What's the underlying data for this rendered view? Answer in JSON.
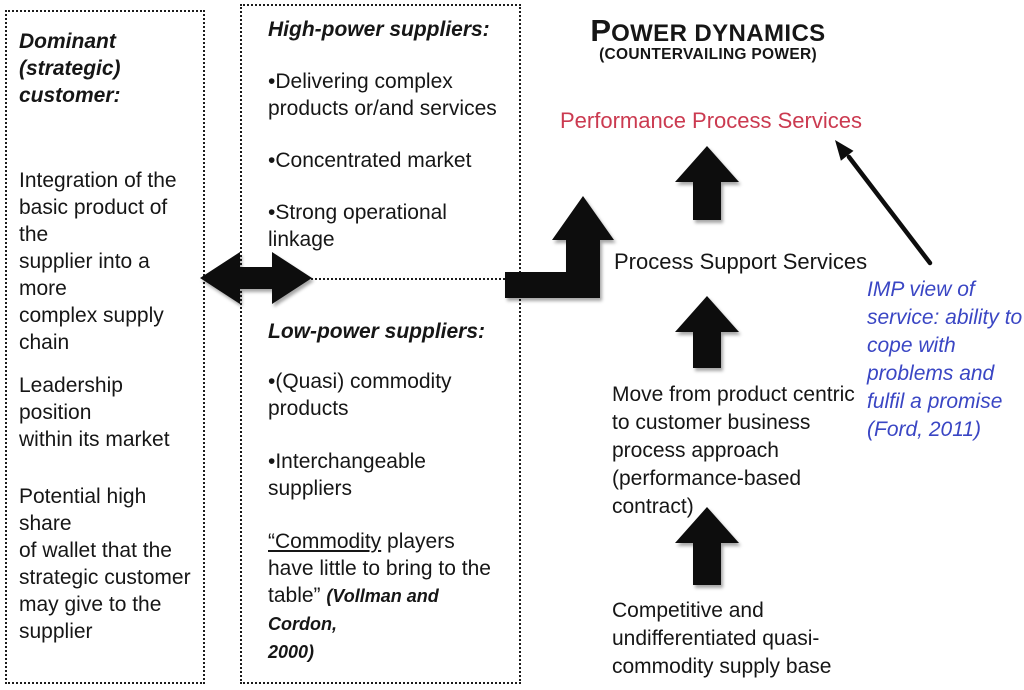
{
  "customer_box": {
    "title": "Dominant\n(strategic)\ncustomer:",
    "paragraphs": [
      "Integration of the\nbasic product of the\nsupplier into a more\ncomplex supply\nchain",
      "Leadership position\nwithin its market",
      "Potential high share\nof wallet that the\nstrategic customer\nmay give to the\nsupplier"
    ]
  },
  "high_power_box": {
    "title": "High-power suppliers:",
    "items": [
      "•Delivering complex\nproducts or/and services",
      "•Concentrated market",
      "•Strong operational\nlinkage"
    ]
  },
  "low_power_box": {
    "title": "Low-power suppliers:",
    "items": [
      "•(Quasi) commodity\nproducts",
      "•Interchangeable\nsuppliers"
    ],
    "quote": {
      "underlined": "“Commodity",
      "rest": " players\nhave little to bring to the\ntable” ",
      "citation": "(Vollman and Cordon,\n2000)"
    }
  },
  "power_dynamics": {
    "title_initial": "P",
    "title_rest": "OWER DYNAMICS",
    "subtitle": "(COUNTERVAILING POWER)",
    "levels": {
      "performance": "Performance Process Services",
      "process_support": "Process Support Services",
      "move": "Move from product centric\nto customer business\nprocess approach\n(performance-based\ncontract)",
      "competitive": "Competitive and\nundifferentiated quasi-\ncommodity supply base"
    },
    "annotation": "IMP view of\nservice: ability to\ncope with\nproblems and\nfulfil a promise\n(Ford, 2011)",
    "colors": {
      "performance_text": "#cb3a50",
      "annotation_text": "#3a46c4",
      "arrow_fill": "#0d0d0d"
    }
  }
}
